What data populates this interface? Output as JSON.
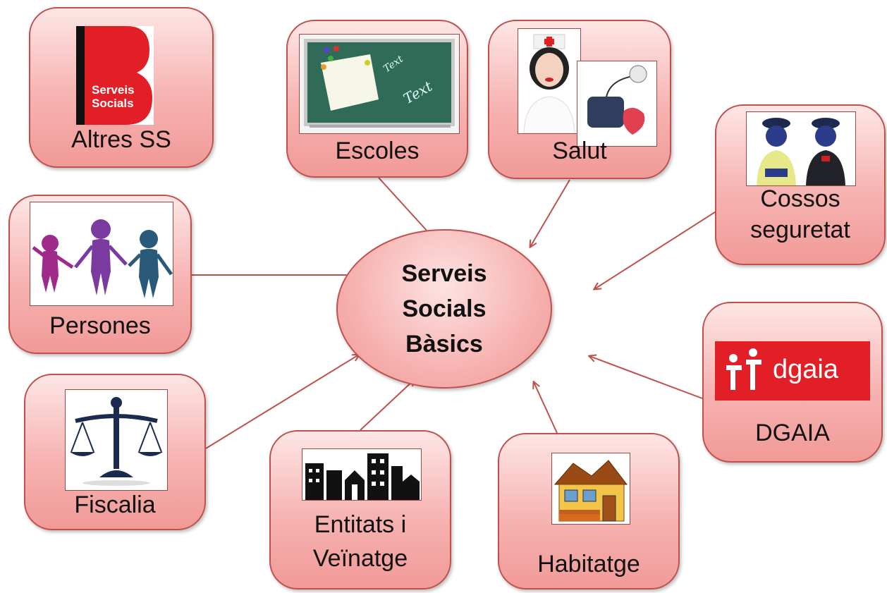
{
  "center": {
    "lines": [
      "Serveis",
      "Socials",
      "Bàsics"
    ]
  },
  "nodes": {
    "altres": {
      "label": "Altres SS",
      "logo_text": [
        "Serveis",
        "Socials"
      ]
    },
    "escoles": {
      "label": "Escoles",
      "board_text": [
        "Text",
        "Text"
      ]
    },
    "salut": {
      "label": "Salut"
    },
    "cossos": {
      "label_lines": [
        "Cossos",
        "seguretat"
      ]
    },
    "persones": {
      "label": "Persones"
    },
    "dgaia": {
      "label": "DGAIA",
      "logo_text": "dgaia"
    },
    "fiscalia": {
      "label": "Fiscalia"
    },
    "entitats": {
      "label_lines": [
        "Entitats i",
        "Veïnatge"
      ]
    },
    "habitatge": {
      "label": "Habitatge"
    }
  },
  "colors": {
    "node_fill": "#f6b3b1",
    "node_border": "#c0504d",
    "arrow": "#c0504d"
  }
}
